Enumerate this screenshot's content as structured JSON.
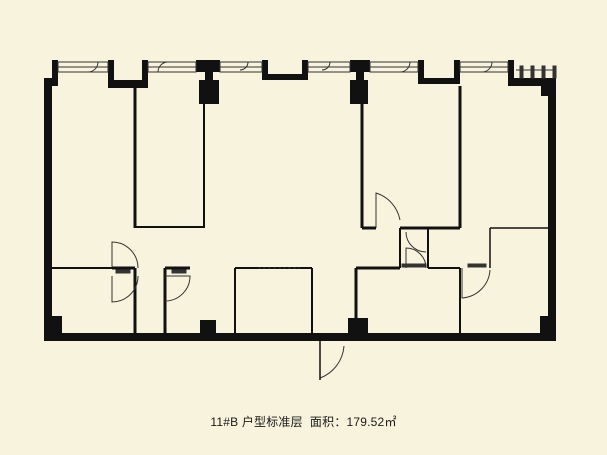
{
  "caption": {
    "unit_type": "11#B 户型标准层",
    "area_label": "面积：",
    "area_value": "179.52",
    "area_unit": "㎡"
  },
  "colors": {
    "background": "#f7f3dc",
    "wall": "#111111",
    "thin_line": "#333333"
  }
}
